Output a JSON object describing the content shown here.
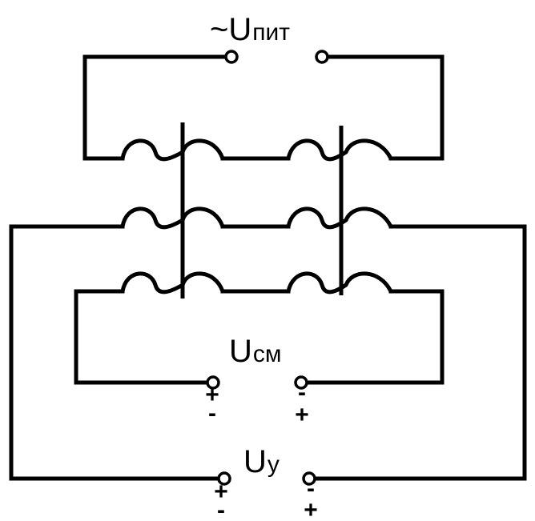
{
  "labels": {
    "supply": {
      "main": "~U",
      "sub": "пит"
    },
    "bias": {
      "main": "U",
      "sub": "см"
    },
    "control": {
      "main": "U",
      "sub": "у"
    }
  },
  "polarity": {
    "bias_left_top": "+",
    "bias_left_bottom": "-",
    "bias_right_top": "-",
    "bias_right_bottom": "+",
    "control_left_top": "+",
    "control_left_bottom": "-",
    "control_right_top": "-",
    "control_right_bottom": "+"
  }
}
